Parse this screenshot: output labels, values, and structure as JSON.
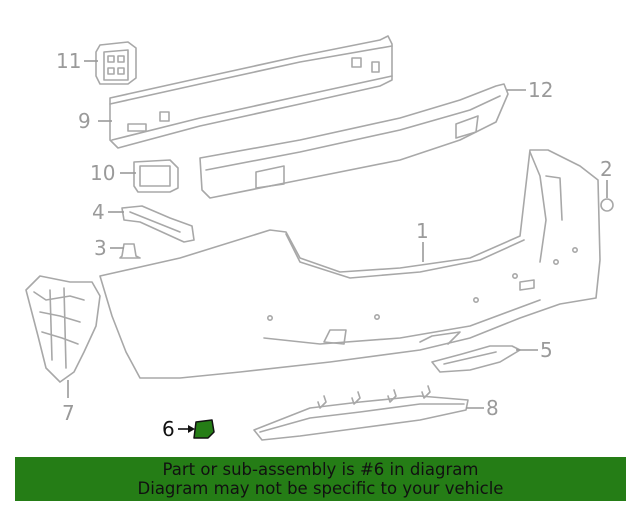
{
  "callouts": {
    "c1": "1",
    "c2": "2",
    "c3": "3",
    "c4": "4",
    "c5": "5",
    "c6": "6",
    "c7": "7",
    "c8": "8",
    "c9": "9",
    "c10": "10",
    "c11": "11",
    "c12": "12"
  },
  "highlight": {
    "part_number": "6",
    "color": "#257d16"
  },
  "banner": {
    "line1": "Part or sub-assembly is #6 in diagram",
    "line2": "Diagram may not be specific to your vehicle",
    "background": "#257d16"
  }
}
